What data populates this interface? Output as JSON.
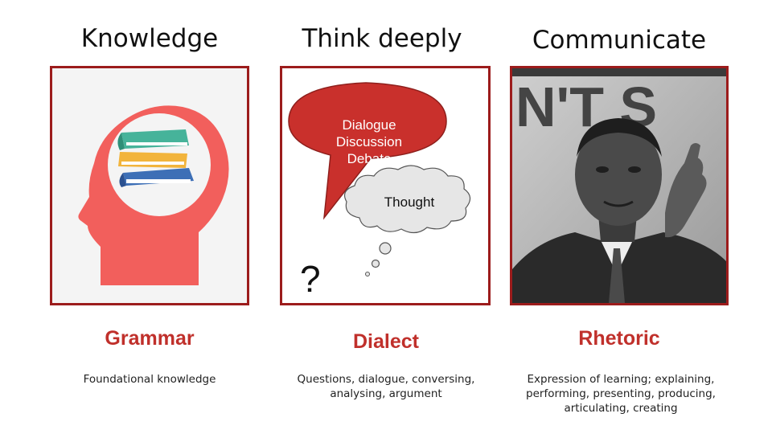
{
  "columns": [
    {
      "heading": "Knowledge",
      "term": "Grammar",
      "description": "Foundational knowledge"
    },
    {
      "heading": "Think deeply",
      "term": "Dialect",
      "description": "Questions, dialogue, conversing, analysing, argument",
      "speech_bubble": {
        "line1": "Dialogue",
        "line2": "Discussion",
        "line3": "Debate"
      },
      "thought_bubble": "Thought",
      "question_mark": "?"
    },
    {
      "heading": "Communicate",
      "term": "Rhetoric",
      "description": "Expression of learning; explaining, performing, presenting, producing, articulating, creating",
      "sign_fragment": "N'T S"
    }
  ],
  "colors": {
    "frame_border": "#9c1c1c",
    "term_text": "#c0302b",
    "head_silhouette": "#f25f5c",
    "speech_bubble_fill": "#c9302c",
    "thought_bubble_fill": "#e6e6e6"
  }
}
